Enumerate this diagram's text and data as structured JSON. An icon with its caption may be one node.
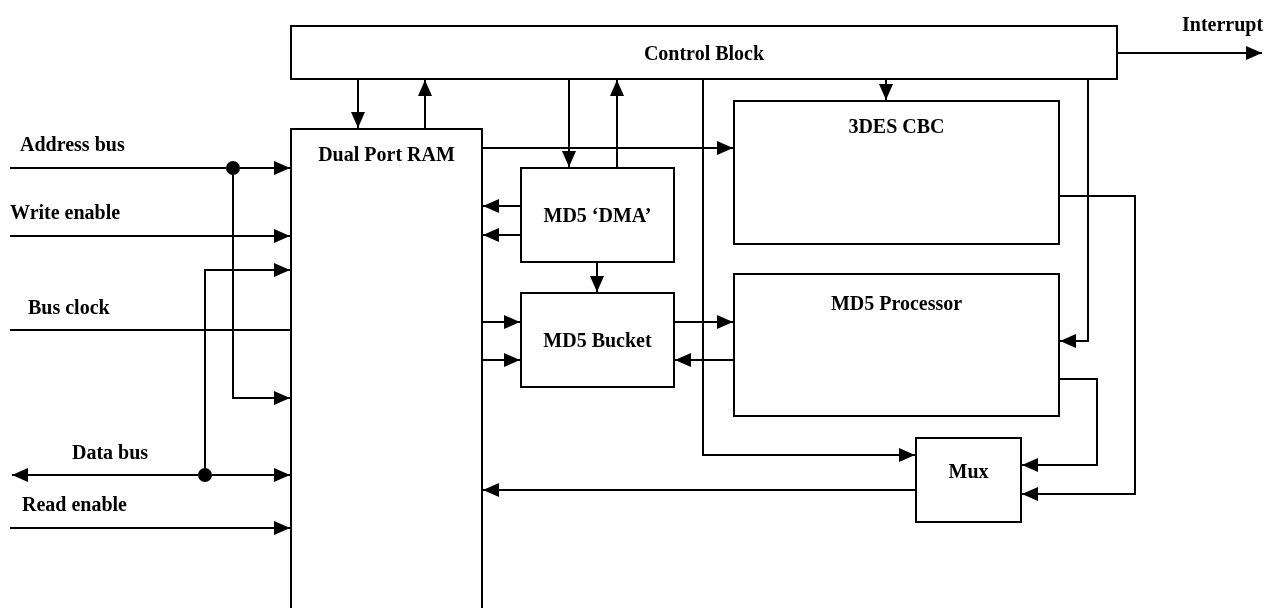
{
  "diagram": {
    "nodes": [
      {
        "text": [
          "Control Block"
        ]
      },
      {
        "text": [
          "Dual Port RAM"
        ]
      },
      {
        "text": [
          "MD5 ‘DMA’"
        ]
      },
      {
        "text": [
          "MD5 Bucket"
        ]
      },
      {
        "text": [
          "3DES CBC"
        ]
      },
      {
        "text": [
          "MD5 Processor"
        ]
      },
      {
        "text": [
          "Mux"
        ]
      },
      {
        "text": [],
        "shape": "circle"
      },
      {
        "text": [],
        "shape": "circle"
      }
    ],
    "edges": [
      {
        "from": 0,
        "to": 1,
        "arrow": "to"
      },
      {
        "from": 1,
        "to": 0,
        "arrow": "to"
      },
      {
        "from": 0,
        "to": 2,
        "arrow": "to"
      },
      {
        "from": 2,
        "to": 0,
        "arrow": "to"
      },
      {
        "from": 0,
        "to": 4,
        "arrow": "to"
      },
      {
        "from": 0,
        "to": 6,
        "arrow": "to"
      },
      {
        "from": 0,
        "to": 5,
        "arrow": "to"
      },
      {
        "from": 0,
        "to": null,
        "arrow": "to",
        "label": "Interrupt"
      },
      {
        "from": 1,
        "to": 4,
        "arrow": "to"
      },
      {
        "from": 2,
        "to": 1,
        "arrow": "to"
      },
      {
        "from": 2,
        "to": 1,
        "arrow": "to"
      },
      {
        "from": 2,
        "to": 3,
        "arrow": "to"
      },
      {
        "from": 1,
        "to": 3,
        "arrow": "to"
      },
      {
        "from": 1,
        "to": 3,
        "arrow": "to"
      },
      {
        "from": 3,
        "to": 5,
        "arrow": "to"
      },
      {
        "from": 5,
        "to": 3,
        "arrow": "to"
      },
      {
        "from": 4,
        "to": 6,
        "arrow": "to"
      },
      {
        "from": 5,
        "to": 6,
        "arrow": "to"
      },
      {
        "from": 6,
        "to": 1,
        "arrow": "to"
      },
      {
        "from": null,
        "to": 7,
        "arrow": "none",
        "label": "Address bus"
      },
      {
        "from": 7,
        "to": 1,
        "arrow": "to"
      },
      {
        "from": 7,
        "to": 1,
        "arrow": "to"
      },
      {
        "from": null,
        "to": 1,
        "arrow": "to",
        "label": "Write enable"
      },
      {
        "from": 8,
        "to": 1,
        "arrow": "to"
      },
      {
        "from": null,
        "to": 1,
        "arrow": "none",
        "label": "Bus clock"
      },
      {
        "from": 8,
        "to": null,
        "arrow": "to",
        "label": "Data bus"
      },
      {
        "from": 8,
        "to": 1,
        "arrow": "to"
      },
      {
        "from": null,
        "to": 1,
        "arrow": "to",
        "label": "Read enable"
      }
    ]
  }
}
